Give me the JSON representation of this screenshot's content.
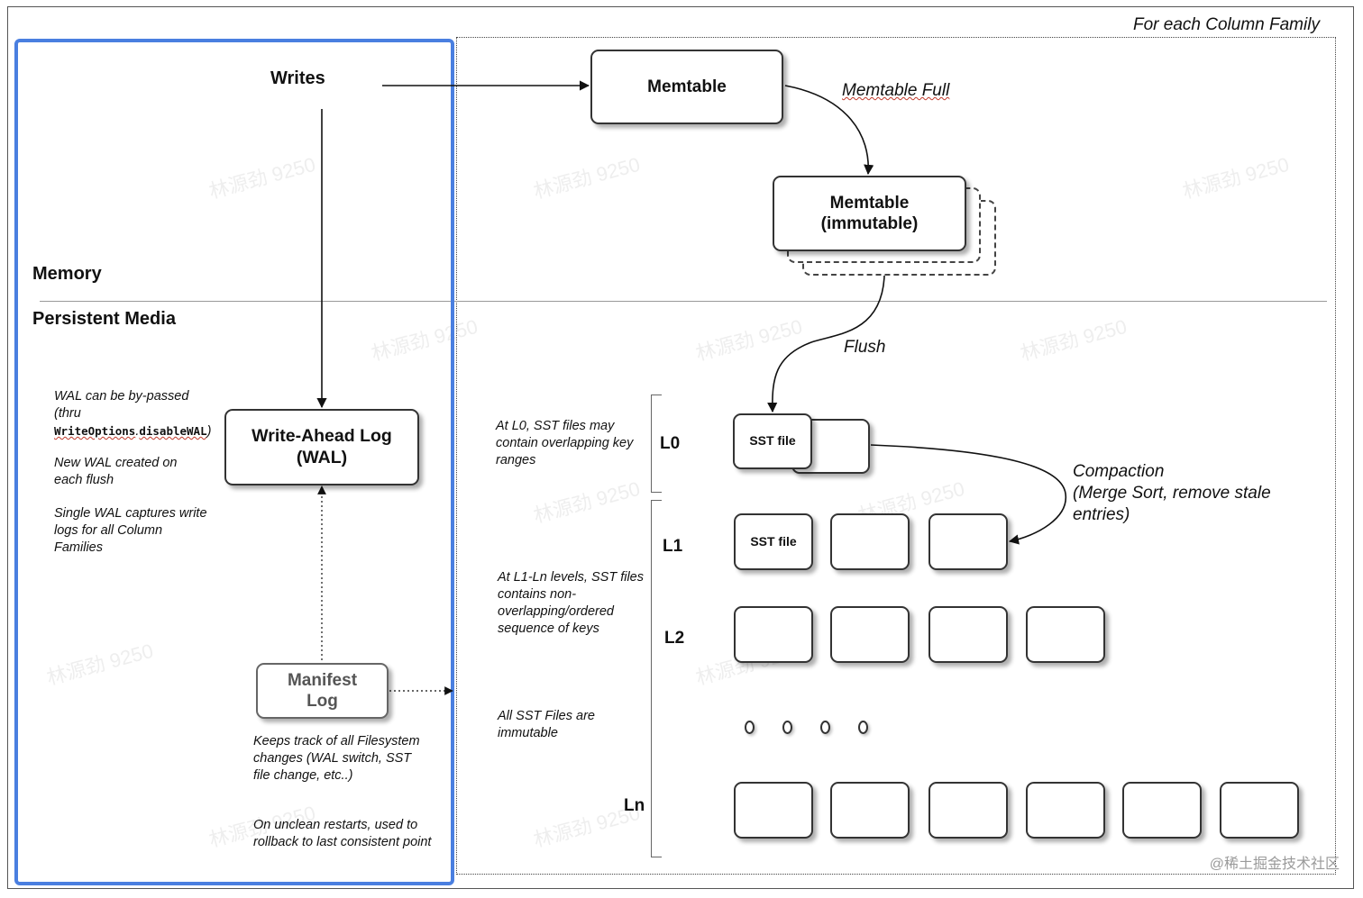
{
  "header": {
    "cf_caption": "For each Column Family"
  },
  "sections": {
    "memory": "Memory",
    "persistent": "Persistent Media"
  },
  "writes": "Writes",
  "memtable": "Memtable",
  "memtable_full": "Memtable Full",
  "memtable_immutable": {
    "line1": "Memtable",
    "line2": "(immutable)"
  },
  "flush": "Flush",
  "wal": {
    "line1": "Write-Ahead Log",
    "line2": "(WAL)"
  },
  "manifest": {
    "line1": "Manifest",
    "line2": "Log"
  },
  "wal_notes": {
    "bypass_pre": "WAL can be by-passed (thru ",
    "bypass_code1": "WriteOptions",
    "bypass_dot": ".",
    "bypass_code2": "disableWAL",
    "bypass_post": ")",
    "new_wal": "New WAL created on each flush",
    "single_wal": "Single WAL captures write logs for all Column Families"
  },
  "manifest_notes": {
    "tracks": "Keeps track of all Filesystem changes (WAL switch, SST file change, etc..)",
    "restart": "On unclean restarts, used to rollback to last consistent point"
  },
  "level_notes": {
    "l0": "At L0, SST files may contain overlapping key ranges",
    "l1ln": "At L1-Ln levels, SST files contains non-overlapping/ordered sequence of keys",
    "immutable": "All SST Files are immutable"
  },
  "levels": {
    "l0": "L0",
    "l1": "L1",
    "l2": "L2",
    "ln": "Ln"
  },
  "sst_label": "SST file",
  "compaction": {
    "line1": "Compaction",
    "line2": "(Merge Sort, remove stale",
    "line3": "entries)"
  },
  "footer_watermark": "@稀土掘金技术社区",
  "bg_watermark": "林源劲 9250",
  "colors": {
    "wal_region_border": "#4a7fe0",
    "box_border": "#333333"
  }
}
